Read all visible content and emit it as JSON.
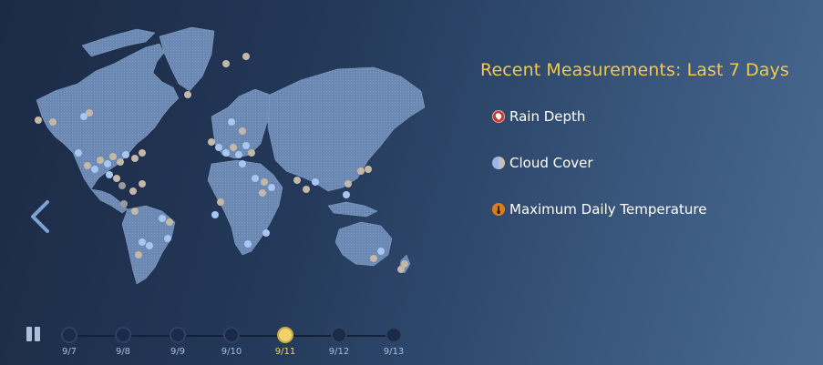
{
  "panel": {
    "title": "Recent Measurements:  Last 7 Days"
  },
  "legend": {
    "items": [
      {
        "key": "rain",
        "label": "Rain Depth",
        "icon": "rain-drop-icon",
        "color": "#c0392b"
      },
      {
        "key": "cloud",
        "label": "Cloud Cover",
        "icon": "cloud-cover-icon",
        "color": "#9bb7e8"
      },
      {
        "key": "temp",
        "label": "Maximum Daily Temperature",
        "icon": "thermometer-icon",
        "color": "#e07b1a"
      }
    ]
  },
  "timeline": {
    "dates": [
      "9/7",
      "9/8",
      "9/9",
      "9/10",
      "9/11",
      "9/12",
      "9/13"
    ],
    "active_index": 4,
    "active_color": "#f2d36b"
  },
  "controls": {
    "prev": "chevron-left-icon",
    "pause": "pause-icon"
  },
  "colors": {
    "land": "#6b8ab5",
    "marker_blue": "#a8c6f0",
    "marker_tan": "#c4b8a8",
    "marker_gray": "#9a9a9a"
  }
}
